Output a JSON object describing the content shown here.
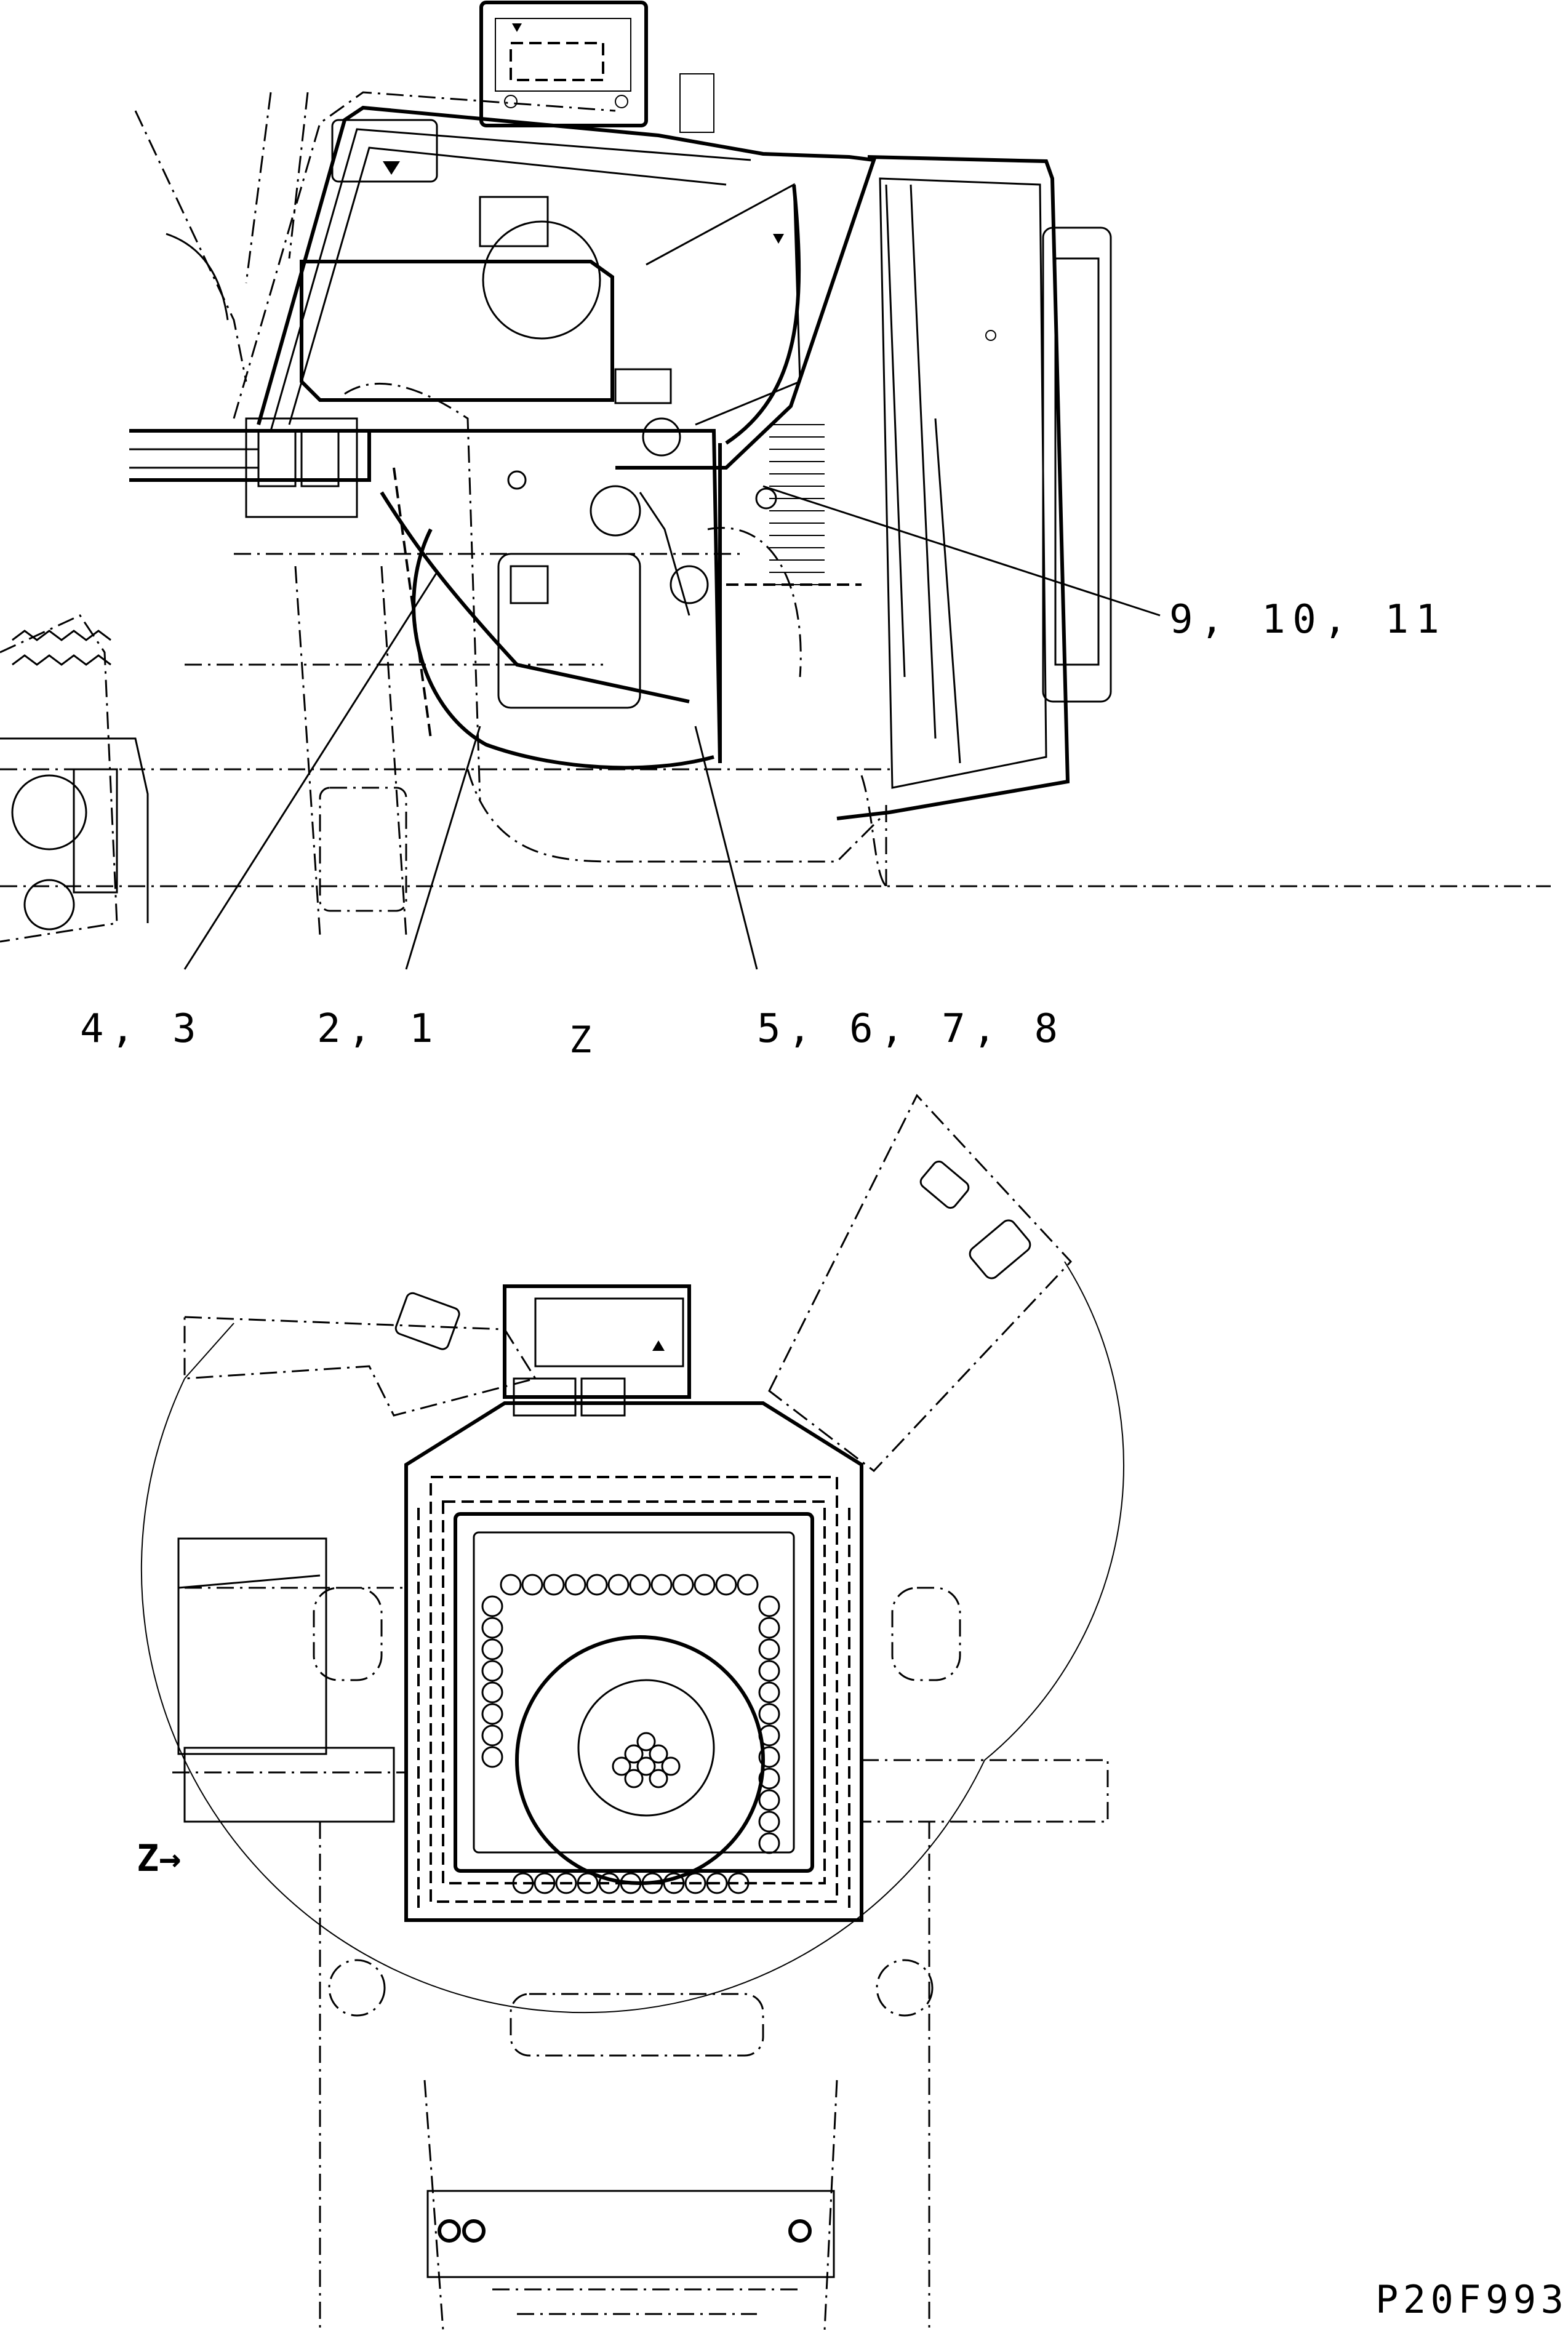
{
  "upper_view": {
    "callouts": [
      "9, 10, 11",
      "4, 3",
      "2, 1",
      "5, 6, 7, 8"
    ],
    "view_label": "Z"
  },
  "lower_view": {
    "view_arrow_label": "Z→"
  },
  "drawing_code": "P20F993"
}
